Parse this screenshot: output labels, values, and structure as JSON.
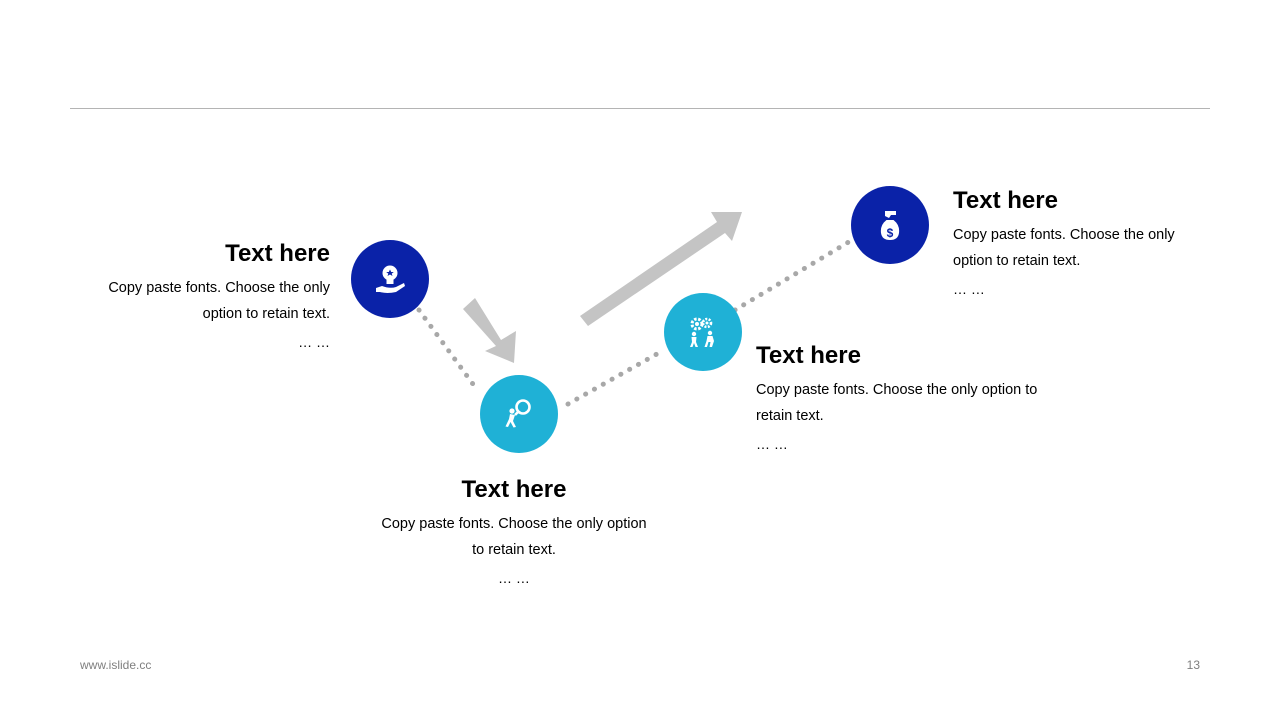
{
  "colors": {
    "dark_blue": "#0a22a8",
    "light_blue": "#1fb1d6",
    "arrow_gray": "#c4c4c4",
    "dot_gray": "#a8a8a8"
  },
  "steps": [
    {
      "title": "Text here",
      "desc": "Copy paste fonts. Choose the only option to retain text.",
      "ellipsis": "… …",
      "icon": "lightbulb-hand-icon"
    },
    {
      "title": "Text here",
      "desc": "Copy paste fonts. Choose the only option to retain text.",
      "ellipsis": "… …",
      "icon": "person-magnifier-icon"
    },
    {
      "title": "Text here",
      "desc": "Copy paste fonts. Choose the only option to retain text.",
      "ellipsis": "… …",
      "icon": "teamwork-gears-icon"
    },
    {
      "title": "Text here",
      "desc": "Copy paste fonts. Choose the only option to retain text.",
      "ellipsis": "… …",
      "icon": "money-bag-hand-icon"
    }
  ],
  "footer": {
    "url": "www.islide.cc",
    "page": "13"
  }
}
